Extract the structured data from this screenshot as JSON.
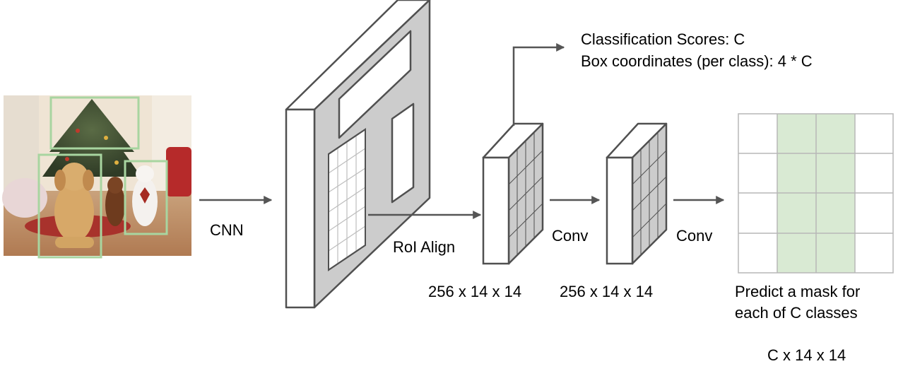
{
  "labels": {
    "cnn": "CNN",
    "roi_align": "RoI Align",
    "conv1": "Conv",
    "conv2": "Conv",
    "dims1": "256 x 14 x 14",
    "dims2": "256 x 14 x 14",
    "dims_mask": "C x 14 x 14",
    "scores_line1": "Classification Scores: C",
    "scores_line2": "Box coordinates (per class): 4 * C",
    "predict_line1": "Predict a mask for",
    "predict_line2": "each of C classes"
  },
  "colors": {
    "stroke": "#505050",
    "box_face": "#ffffff",
    "feature_gray": "#cccccc",
    "grid_gray": "#bdbdbd",
    "detection_box": "#a8d5a0",
    "mask_fill": "#d9ead3",
    "mask_grid": "#b7b7b7"
  },
  "icons": {
    "photo": "photo-dogs-cat-christmas-tree",
    "arrow": "arrow-right-icon"
  }
}
